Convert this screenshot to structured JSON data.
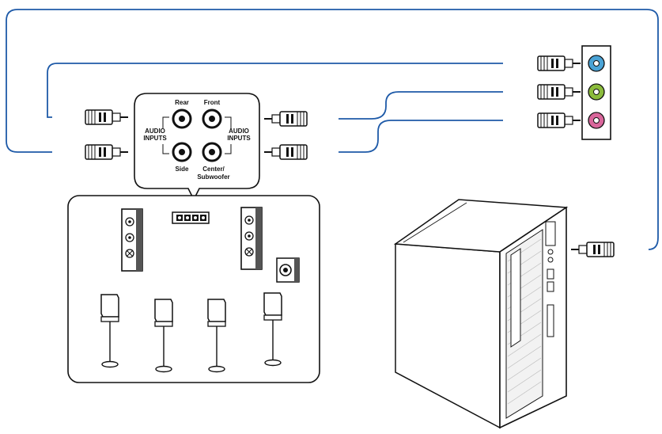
{
  "hub": {
    "labels": {
      "rear": "Rear",
      "front": "Front",
      "side": "Side",
      "center": "Center/",
      "subwoofer": "Subwoofer",
      "audio_inputs_left_1": "AUDIO",
      "audio_inputs_left_2": "INPUTS",
      "audio_inputs_right_1": "AUDIO",
      "audio_inputs_right_2": "INPUTS"
    }
  },
  "colors": {
    "cable": "#1e5aa8",
    "jack_blue": "#4aa3d6",
    "jack_green": "#8bbb3c",
    "jack_pink": "#d9669b",
    "outline": "#111111"
  },
  "icons": {
    "jack_panel": "audio-jack-panel-icon",
    "plug": "3.5mm-plug-icon",
    "speaker": "speaker-icon",
    "pc": "desktop-pc-icon"
  }
}
